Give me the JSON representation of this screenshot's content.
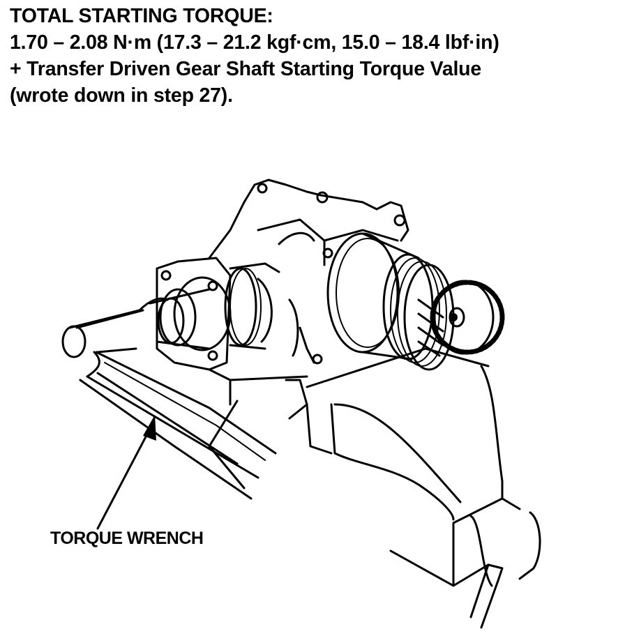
{
  "spec": {
    "title": "TOTAL STARTING TORQUE:",
    "line1": "1.70 – 2.08 N·m (17.3 – 21.2 kgf·cm, 15.0 – 18.4 lbf·in)",
    "line2": "+ Transfer Driven Gear Shaft Starting Torque Value",
    "line3": "(wrote down in step 27)."
  },
  "diagram": {
    "callouts": [
      {
        "label": "TORQUE WRENCH"
      }
    ],
    "colors": {
      "line": "#000000",
      "background": "#ffffff"
    }
  }
}
